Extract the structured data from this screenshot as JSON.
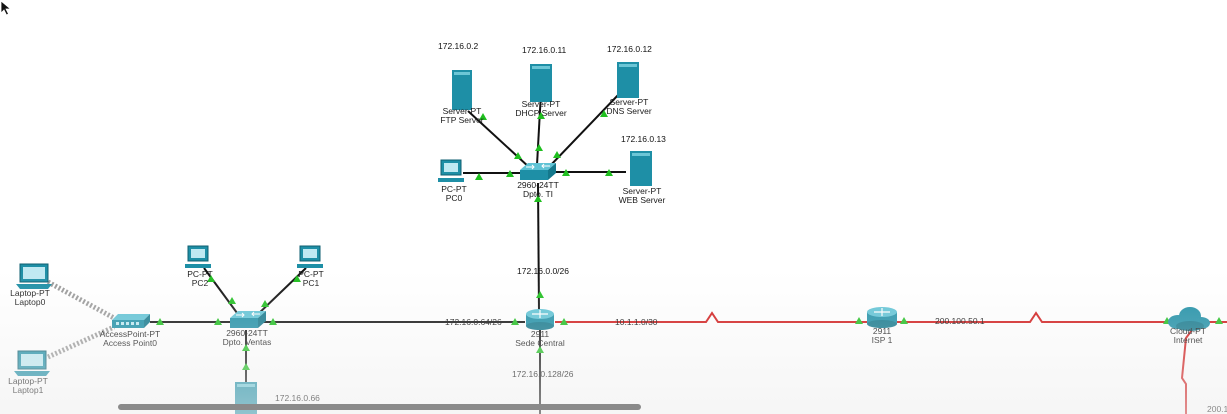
{
  "colors": {
    "cable_copper": "#111111",
    "cable_serial": "#d11a1a",
    "cable_wireless": "#9a9a9a",
    "link_light": "#1fbf1f",
    "device_teal": "#1e8fa6"
  },
  "ip_labels": {
    "ftp_ip": "172.16.0.2",
    "dhcp_ip": "172.16.0.11",
    "dns_ip": "172.16.0.12",
    "web_ip": "172.16.0.13",
    "ti_net": "172.16.0.0/26",
    "ventas_net": "172.16.0.64/26",
    "serial_net": "10.1.1.0/30",
    "isp_net": "200.100.50.1",
    "lower_net": "172.16.0.128/26",
    "lower_host": "172.16.0.66",
    "edge_ip": "200.1"
  },
  "devices": {
    "ftp_server": {
      "model": "Server-PT",
      "name": "FTP Server",
      "icon": "server-icon"
    },
    "dhcp_server": {
      "model": "Server-PT",
      "name": "DHCP Server",
      "icon": "server-icon"
    },
    "dns_server": {
      "model": "Server-PT",
      "name": "DNS Server",
      "icon": "server-icon"
    },
    "web_server": {
      "model": "Server-PT",
      "name": "WEB Server",
      "icon": "server-icon"
    },
    "pc0": {
      "model": "PC-PT",
      "name": "PC0",
      "icon": "pc-icon"
    },
    "switch_ti": {
      "model": "2960-24TT",
      "name": "Dpto. TI",
      "icon": "switch-icon"
    },
    "pc2": {
      "model": "PC-PT",
      "name": "PC2",
      "icon": "pc-icon"
    },
    "pc1": {
      "model": "PC-PT",
      "name": "PC1",
      "icon": "pc-icon"
    },
    "switch_ventas": {
      "model": "2960-24TT",
      "name": "Dpto. Ventas",
      "icon": "switch-icon"
    },
    "access_point": {
      "model": "AccessPoint-PT",
      "name": "Access Point0",
      "icon": "access-point-icon"
    },
    "laptop0": {
      "model": "Laptop-PT",
      "name": "Laptop0",
      "icon": "laptop-icon"
    },
    "laptop1": {
      "model": "Laptop-PT",
      "name": "Laptop1",
      "icon": "laptop-icon"
    },
    "router_central": {
      "model": "2911",
      "name": "Sede Central",
      "icon": "router-icon"
    },
    "router_isp": {
      "model": "2911",
      "name": "ISP 1",
      "icon": "router-icon"
    },
    "cloud": {
      "model": "Cloud-PT",
      "name": "Internet",
      "icon": "cloud-icon"
    }
  }
}
